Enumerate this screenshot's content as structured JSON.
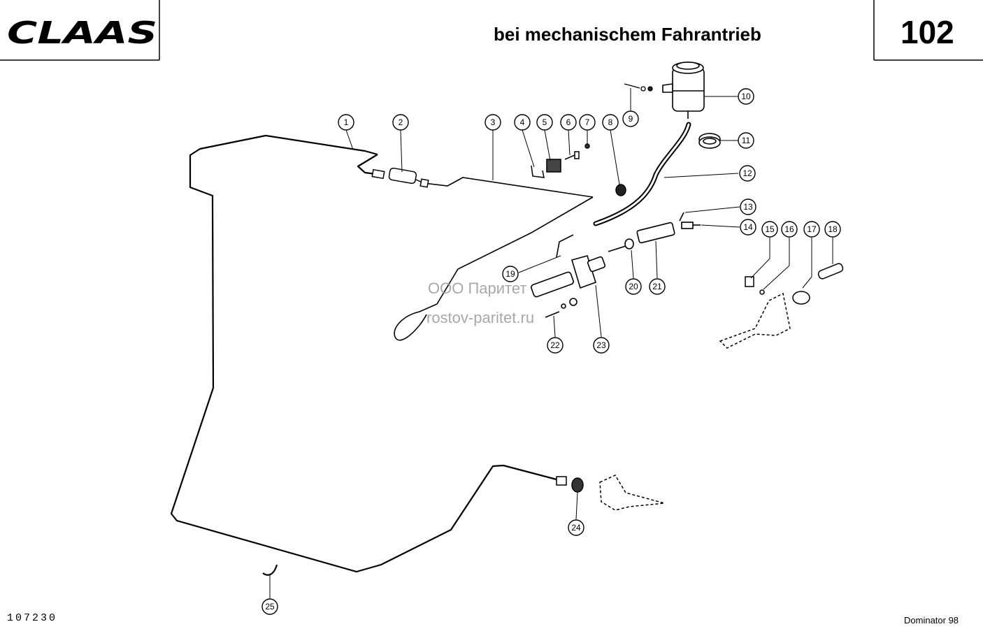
{
  "header": {
    "brand": "CLAAS",
    "title": "bei mechanischem Fahrantrieb",
    "page_number": "102"
  },
  "footer": {
    "drawing_number": "107230",
    "model": "Dominator 98"
  },
  "watermark": {
    "line1": "ООО Паритет",
    "line2": "rostov-paritet.ru"
  },
  "callouts": [
    {
      "id": "callout-1",
      "label": "1"
    },
    {
      "id": "callout-2",
      "label": "2"
    },
    {
      "id": "callout-3",
      "label": "3"
    },
    {
      "id": "callout-4",
      "label": "4"
    },
    {
      "id": "callout-5",
      "label": "5"
    },
    {
      "id": "callout-6",
      "label": "6"
    },
    {
      "id": "callout-7",
      "label": "7"
    },
    {
      "id": "callout-8",
      "label": "8"
    },
    {
      "id": "callout-9",
      "label": "9"
    },
    {
      "id": "callout-10",
      "label": "10"
    },
    {
      "id": "callout-11",
      "label": "11"
    },
    {
      "id": "callout-12",
      "label": "12"
    },
    {
      "id": "callout-13",
      "label": "13"
    },
    {
      "id": "callout-14",
      "label": "14"
    },
    {
      "id": "callout-15",
      "label": "15"
    },
    {
      "id": "callout-16",
      "label": "16"
    },
    {
      "id": "callout-17",
      "label": "17"
    },
    {
      "id": "callout-18",
      "label": "18"
    },
    {
      "id": "callout-19",
      "label": "19"
    },
    {
      "id": "callout-20",
      "label": "20"
    },
    {
      "id": "callout-21",
      "label": "21"
    },
    {
      "id": "callout-22",
      "label": "22"
    },
    {
      "id": "callout-23",
      "label": "23"
    },
    {
      "id": "callout-24",
      "label": "24"
    },
    {
      "id": "callout-25",
      "label": "25"
    }
  ]
}
